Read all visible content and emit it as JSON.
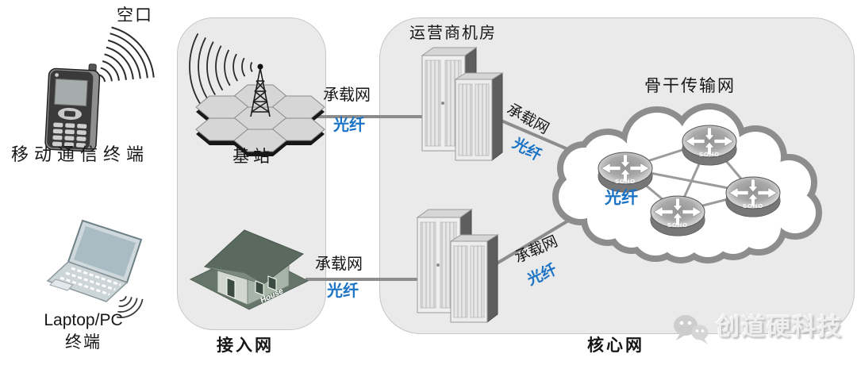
{
  "colors": {
    "accent_blue": "#1b74c5",
    "box_fill": "#eaeaea",
    "box_border": "#c6c6c6",
    "line_gray": "#8c8c8c"
  },
  "terminals": {
    "air_interface_label": "空口",
    "mobile_terminal_label": "移动通信终端",
    "laptop_label_line1": "Laptop/PC",
    "laptop_label_line2": "终端"
  },
  "access_network": {
    "caption": "接入网",
    "base_station_label": "基站",
    "house_tag": "House"
  },
  "core_network": {
    "caption": "核心网",
    "room_label": "运营商机房",
    "backbone_label": "骨干传输网",
    "cloud_fiber_label": "光纤",
    "routers": [
      "SOHO",
      "SOHO",
      "SOHO",
      "SOHO"
    ]
  },
  "links": {
    "bearer1": {
      "name": "承载网",
      "fiber": "光纤"
    },
    "bearer2": {
      "name": "承载网",
      "fiber": "光纤"
    },
    "bearer3": {
      "name": "承载网",
      "fiber": "光纤"
    },
    "bearer4": {
      "name": "承载网",
      "fiber": "光纤"
    }
  },
  "watermark": {
    "brand": "创道硬科技"
  }
}
